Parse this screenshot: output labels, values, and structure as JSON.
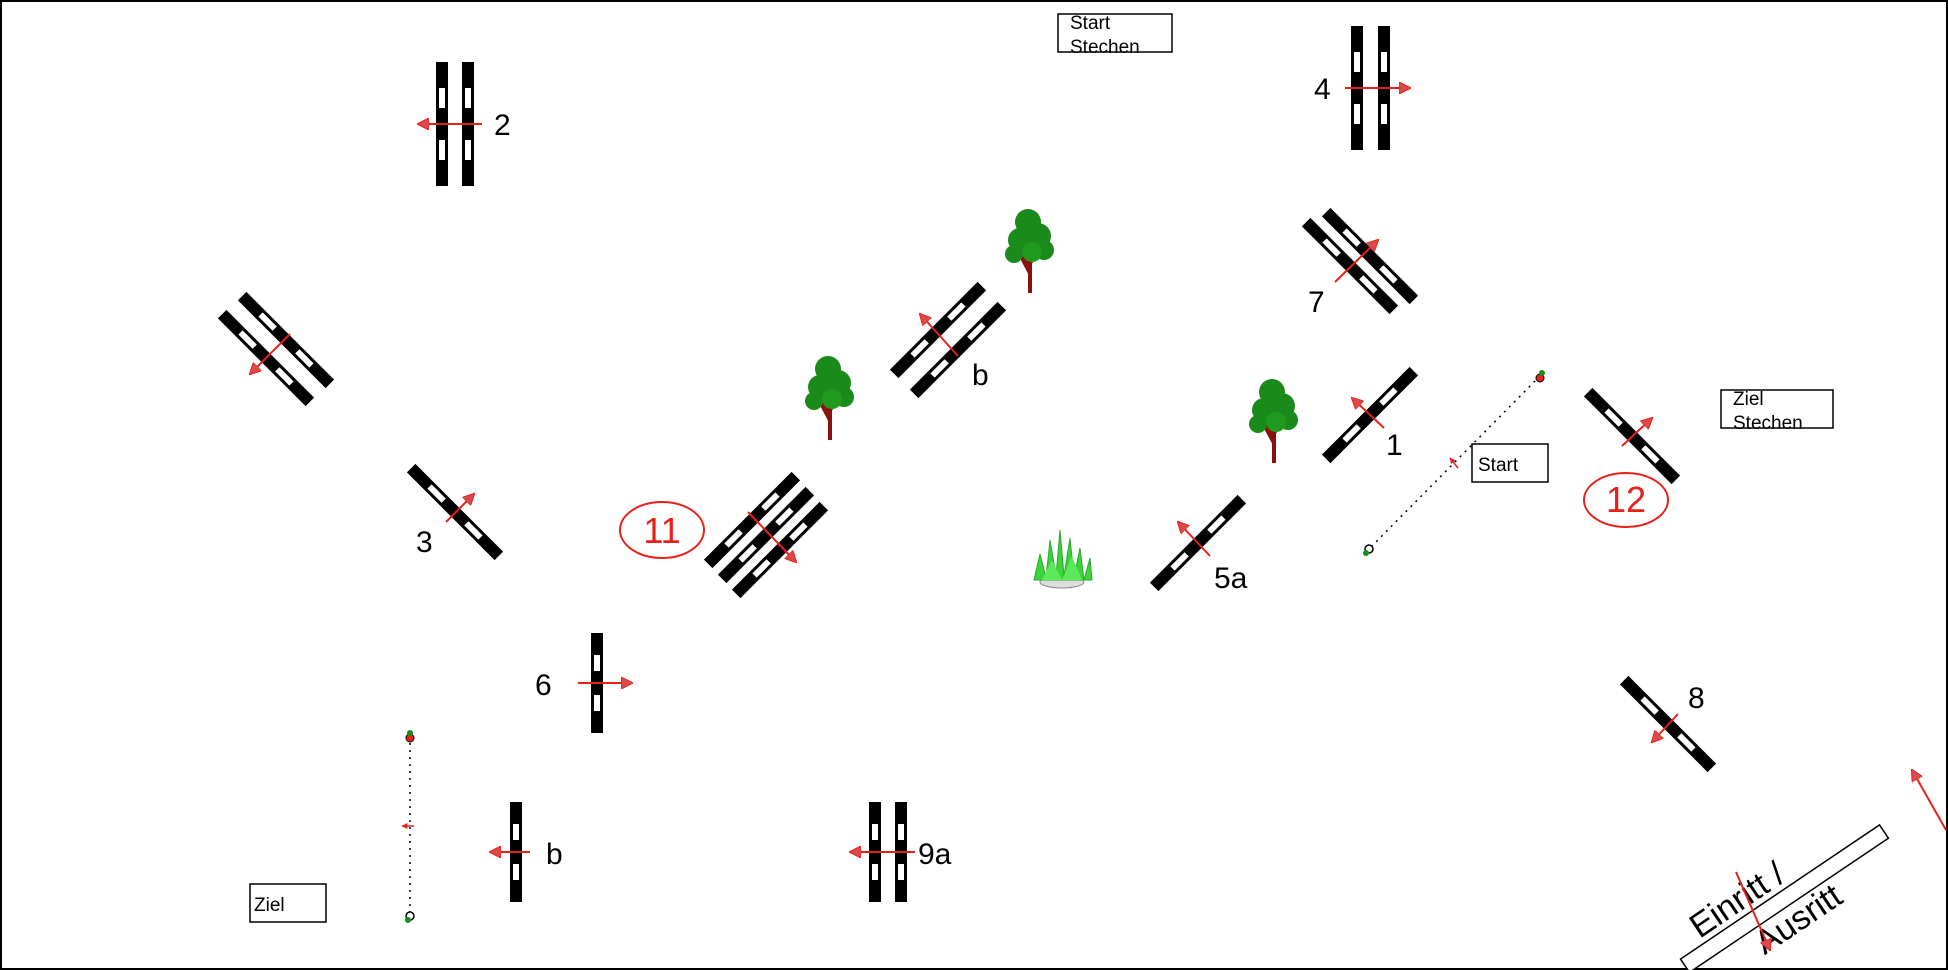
{
  "colors": {
    "pole": "#000000",
    "stripe": "#ffffff",
    "arrow": "#e8201a",
    "tree_leaves": "#1a8a1a",
    "tree_trunk": "#8b1010",
    "shrub": "#3bd43b",
    "border": "#000000"
  },
  "labels": {
    "start_stechen_1": "Start",
    "start_stechen_2": "Stechen",
    "ziel_stechen_1": "Ziel",
    "ziel_stechen_2": "Stechen",
    "start": "Start",
    "ziel": "Ziel",
    "einritt": "Einritt /",
    "ausritt": "Ausritt"
  },
  "obstacles": [
    {
      "id": "2",
      "label": "2"
    },
    {
      "id": "4",
      "label": "4"
    },
    {
      "id": "7",
      "label": "7"
    },
    {
      "id": "b-top",
      "label": "b"
    },
    {
      "id": "1",
      "label": "1"
    },
    {
      "id": "3",
      "label": "3"
    },
    {
      "id": "11",
      "label": "11"
    },
    {
      "id": "5a",
      "label": "5a"
    },
    {
      "id": "12",
      "label": "12"
    },
    {
      "id": "6",
      "label": "6"
    },
    {
      "id": "8",
      "label": "8"
    },
    {
      "id": "b-bottom",
      "label": "b"
    },
    {
      "id": "9a",
      "label": "9a"
    }
  ],
  "icons": [
    "tree-icon",
    "tree-icon",
    "tree-icon",
    "shrub-icon"
  ]
}
